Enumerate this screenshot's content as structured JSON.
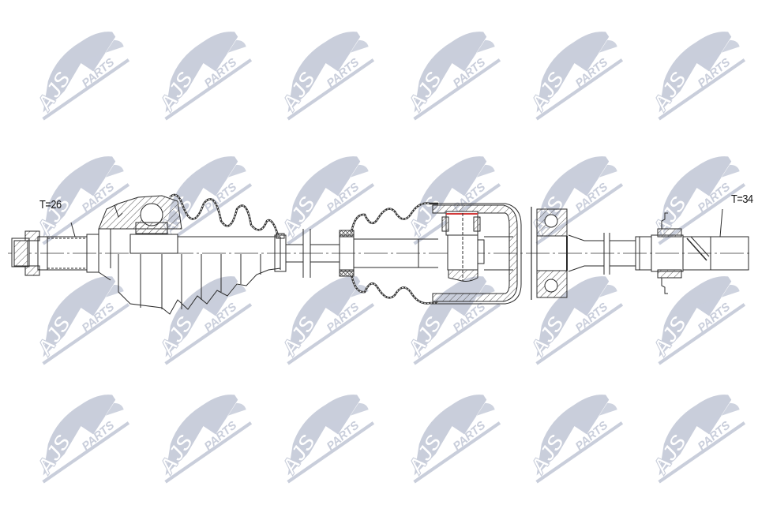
{
  "drawing": {
    "subject": "drive shaft technical drawing",
    "labels": {
      "left_spline": "T=26",
      "right_spline": "T=34"
    }
  },
  "watermark": {
    "text_main": "AJS",
    "text_secondary": "PARTS",
    "color": "#c9cedb",
    "columns_x": [
      40,
      195,
      350,
      510,
      665,
      820
    ],
    "rows_y": [
      30,
      188,
      340,
      490
    ]
  },
  "colors": {
    "line": "#2a2a2a",
    "hatch": "#555555",
    "accent_seal": "#d23a3a",
    "background": "#ffffff"
  }
}
